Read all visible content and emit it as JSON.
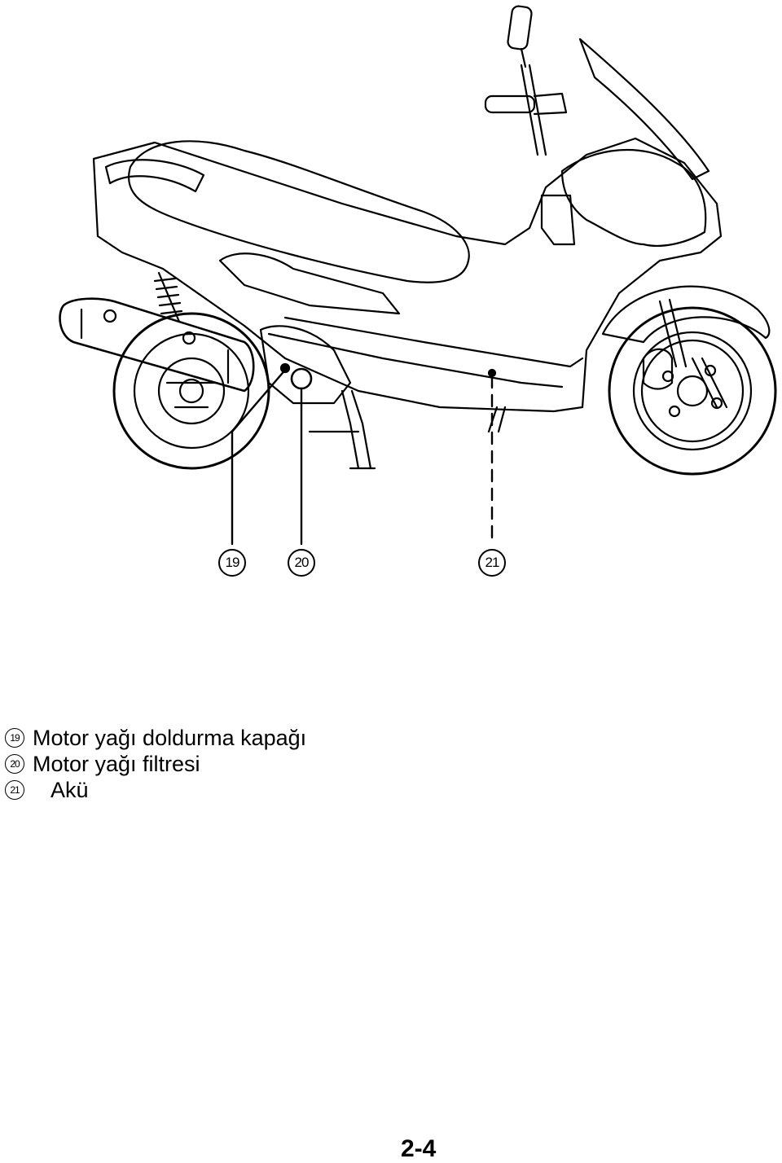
{
  "figure": {
    "callouts": [
      {
        "number": "19"
      },
      {
        "number": "20"
      },
      {
        "number": "21"
      }
    ]
  },
  "legend": {
    "items": [
      {
        "number": "19",
        "text": "Motor yağı doldurma kapağı"
      },
      {
        "number": "20",
        "text": "Motor yağı filtresi"
      },
      {
        "number": "21",
        "text": "Akü"
      }
    ]
  },
  "page": {
    "number": "2-4"
  }
}
